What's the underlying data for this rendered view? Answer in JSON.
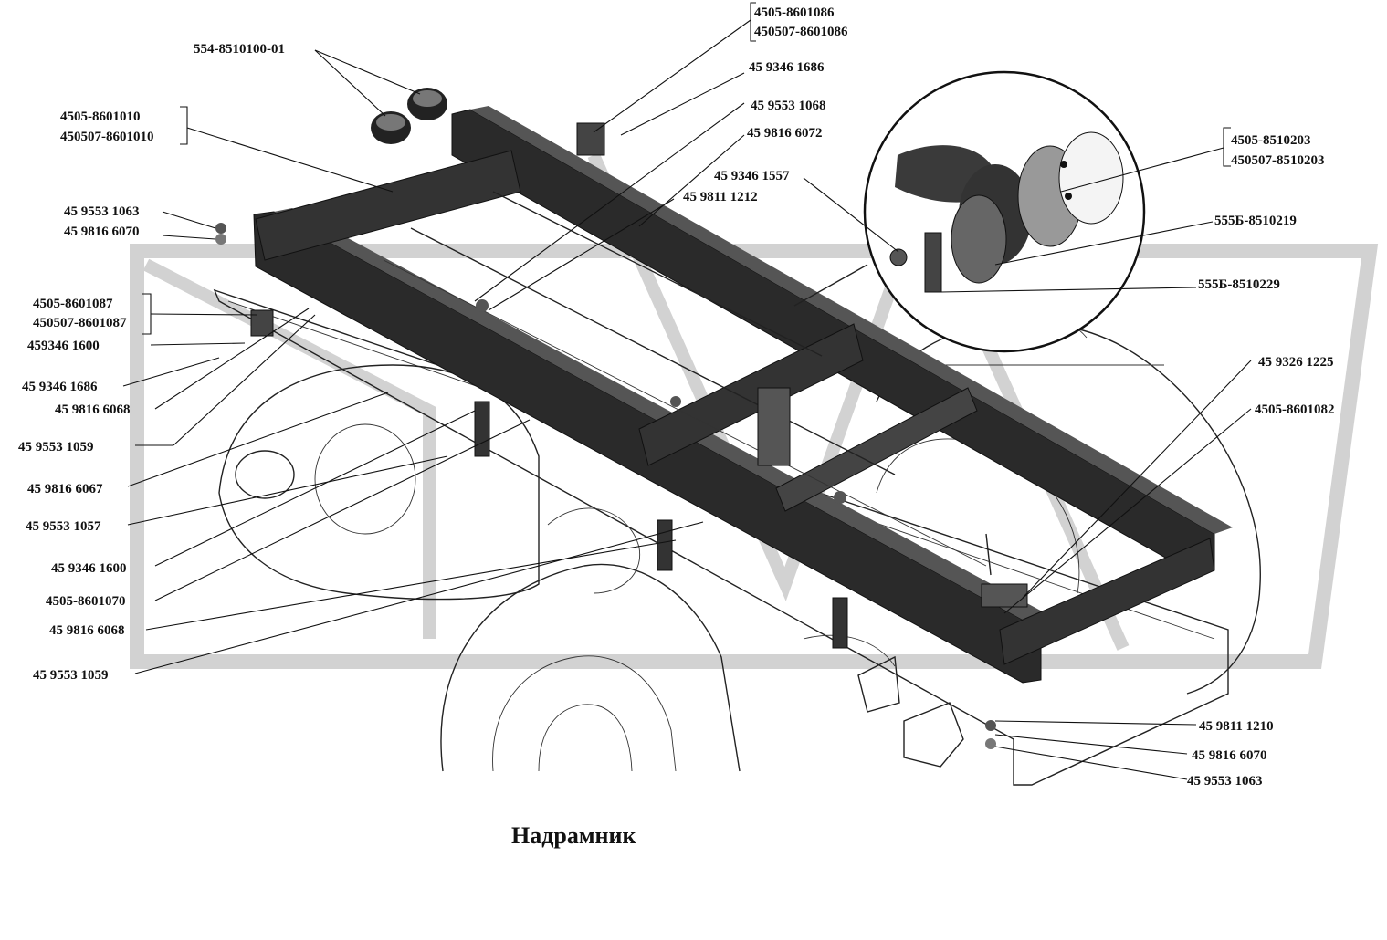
{
  "caption": "Надрамник",
  "labels": {
    "p1": "4505-8601086",
    "p2": "450507-8601086",
    "p3": "554-8510100-01",
    "p4": "45 9346 1686",
    "p5": "45 9553 1068",
    "p6": "45 9816 6072",
    "p7": "4505-8601010",
    "p8": "450507-8601010",
    "p9": "45 9346 1557",
    "p10": "45 9811 1212",
    "p11": "4505-8510203",
    "p12": "450507-8510203",
    "p13": "45 9553 1063",
    "p14": "45 9816 6070",
    "p15": "555Б-8510219",
    "p16": "555Б-8510229",
    "p17": "4505-8601087",
    "p18": "450507-8601087",
    "p19": "459346 1600",
    "p20": "45 9346 1686",
    "p21": "45 9816 6068",
    "p22": "45 9553 1059",
    "p23": "45 9326 1225",
    "p24": "4505-8601082",
    "p25": "45 9816 6067",
    "p26": "45 9553 1057",
    "p27": "45 9346 1600",
    "p28": "4505-8601070",
    "p29": "45 9816 6068",
    "p30": "45 9553 1059",
    "p31": "45 9811 1210",
    "p32": "45 9816 6070",
    "p33": "45 9553 1063"
  }
}
